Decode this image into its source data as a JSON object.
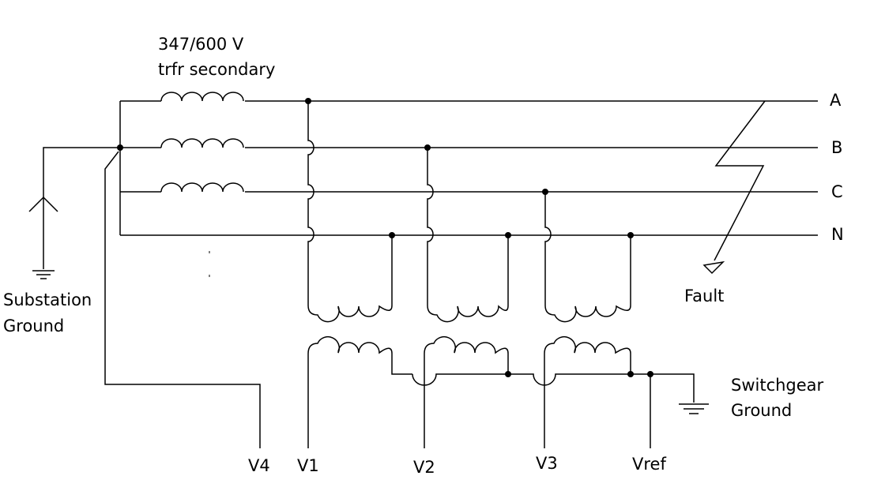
{
  "transformer": {
    "rating": "347/600 V",
    "description": "trfr secondary"
  },
  "phases": {
    "a": "A",
    "b": "B",
    "c": "C",
    "n": "N"
  },
  "fault": "Fault",
  "substation_ground": {
    "line1": "Substation",
    "line2": "Ground"
  },
  "switchgear_ground": {
    "line1": "Switchgear",
    "line2": "Ground"
  },
  "terminals": {
    "v4": "V4",
    "v1": "V1",
    "v2": "V2",
    "v3": "V3",
    "vref": "Vref"
  },
  "colors": {
    "ink": "#000000",
    "background": "#ffffff"
  }
}
